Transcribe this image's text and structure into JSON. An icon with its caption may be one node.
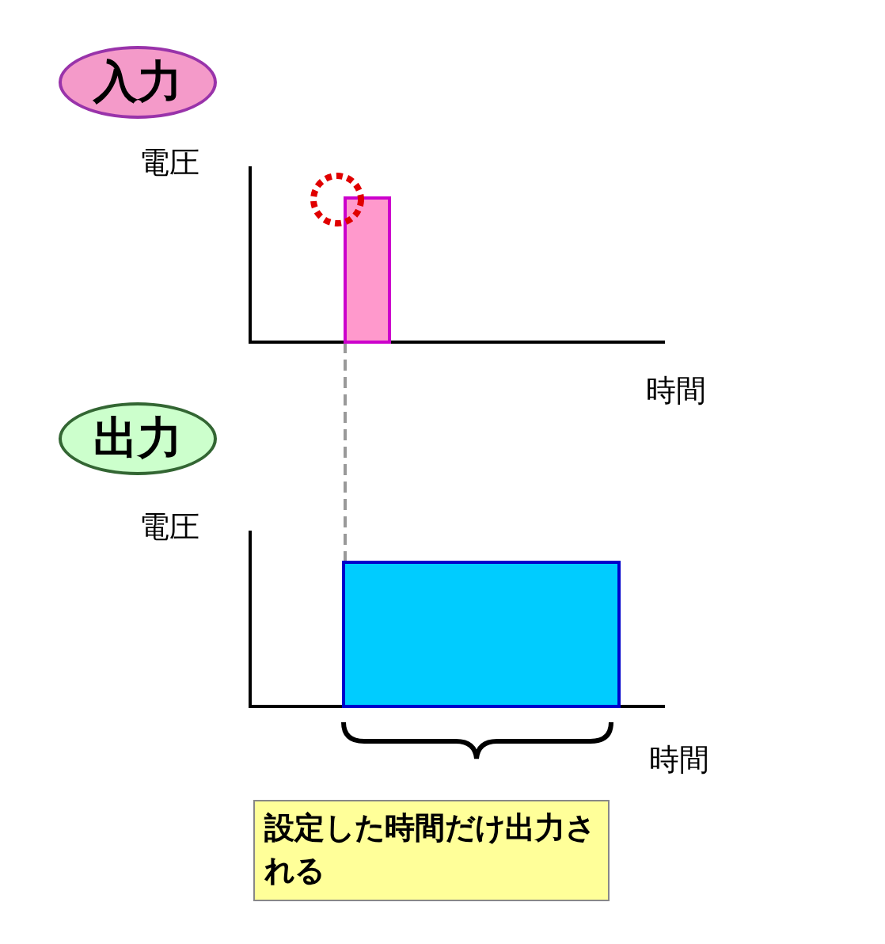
{
  "diagram": {
    "nodes": [
      {
        "text": [
          "入力"
        ]
      },
      {
        "text": [],
        "shape": "bar"
      },
      {
        "text": [
          "出力"
        ]
      },
      {
        "text": [],
        "shape": "bar"
      },
      {
        "text": [
          "設定した時間だけ出力される"
        ]
      }
    ],
    "edges": [
      {
        "from": 1,
        "to": 3,
        "arrow": "none",
        "style": "dashed"
      }
    ],
    "labels": [
      "電圧",
      "時間",
      "電圧",
      "時間"
    ]
  }
}
